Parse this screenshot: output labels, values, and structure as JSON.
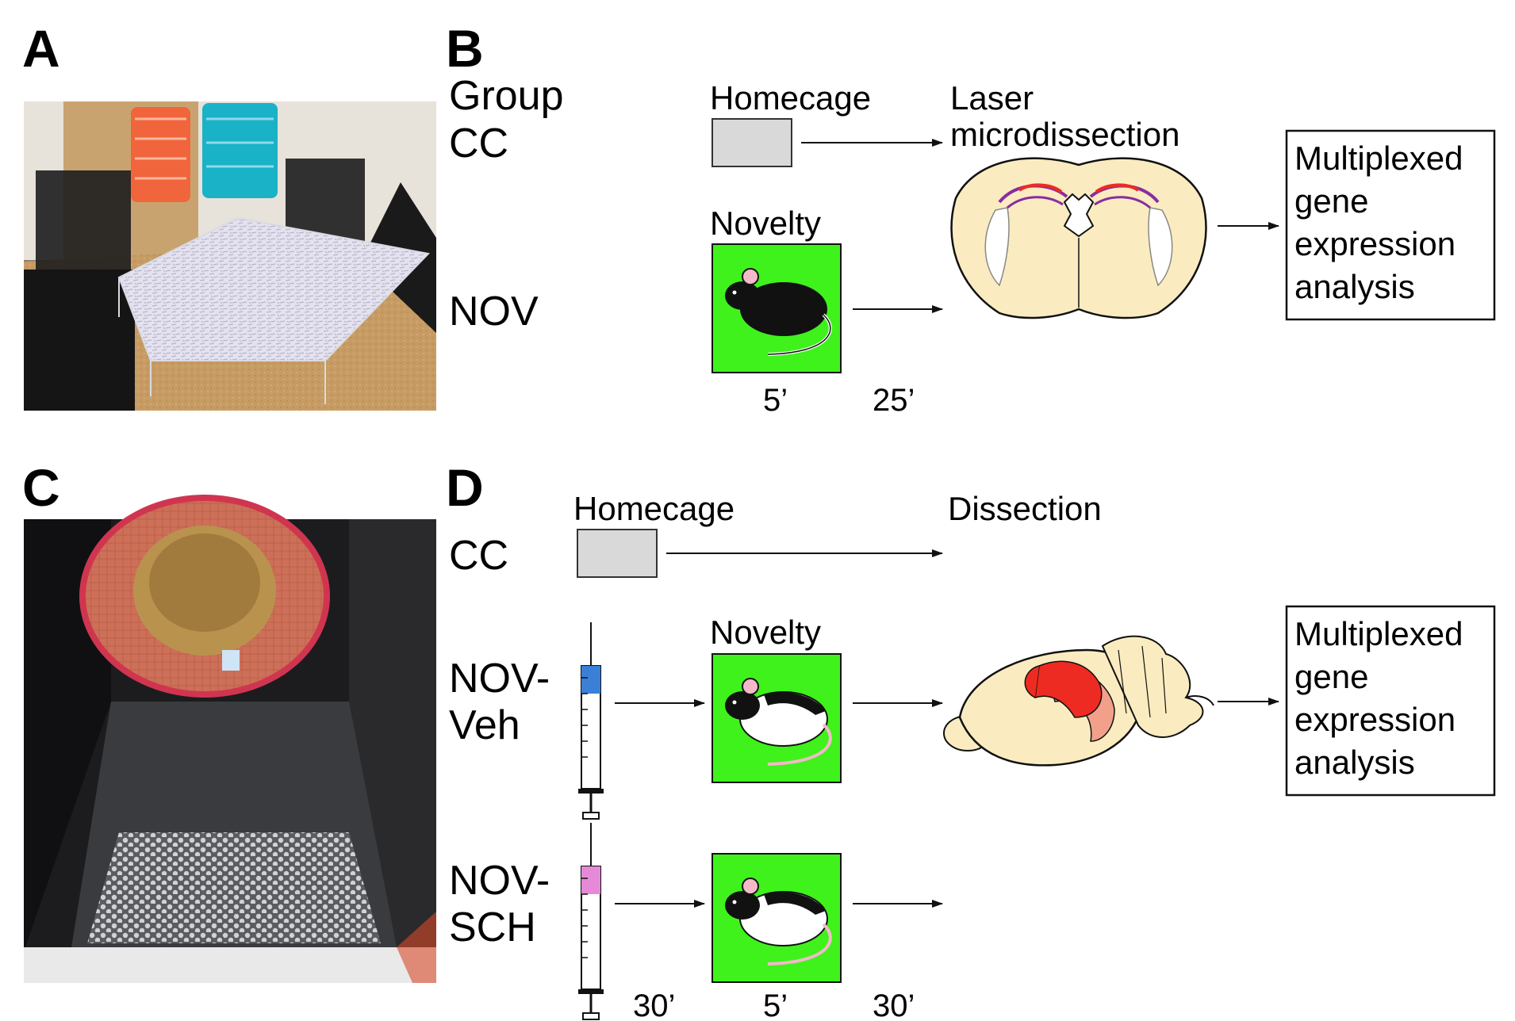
{
  "panels": {
    "a": {
      "letter": "A"
    },
    "b": {
      "letter": "B",
      "group_header": "Group",
      "rows": [
        "CC",
        "NOV"
      ],
      "homecage_label": "Homecage",
      "novelty_label": "Novelty",
      "step_label_line1": "Laser",
      "step_label_line2": "microdissection",
      "output_lines": [
        "Multiplexed",
        "gene",
        "expression",
        "analysis"
      ],
      "times": [
        "5’",
        "25’"
      ]
    },
    "c": {
      "letter": "C"
    },
    "d": {
      "letter": "D",
      "rows": [
        "CC",
        "NOV-",
        "Veh",
        "NOV-",
        "SCH"
      ],
      "homecage_label": "Homecage",
      "novelty_label": "Novelty",
      "step_label": "Dissection",
      "output_lines": [
        "Multiplexed",
        "gene",
        "expression",
        "analysis"
      ],
      "times": [
        "30’",
        "5’",
        "30’"
      ]
    }
  },
  "colors": {
    "novelty_green": "#3ff21c",
    "homecage_grey": "#d9d9d9",
    "brain_cream": "#faecc0",
    "hippocampus_red": "#ee2b22",
    "hippocampus_pink": "#f2a08a",
    "syringe_blue": "#3b7fd6",
    "syringe_pink": "#e68ad8"
  },
  "icons": [
    "photo-novel-arena",
    "photo-novel-box",
    "mouse-icon",
    "syringe-icon",
    "coronal-brain-section-icon",
    "whole-brain-icon"
  ]
}
